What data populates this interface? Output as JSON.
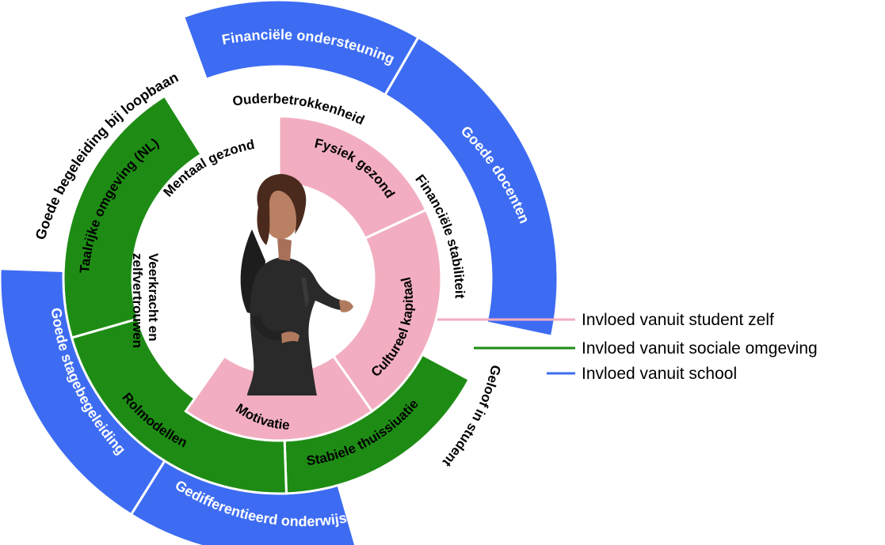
{
  "colors": {
    "student": "#f2aec0",
    "social": "#1e8c14",
    "school": "#3d6cf2",
    "separator": "#ffffff",
    "text_dark": "#000000",
    "text_light": "#ffffff"
  },
  "legend": [
    {
      "label": "Invloed vanuit student zelf",
      "color": "#f2aec0"
    },
    {
      "label": "Invloed vanuit sociale omgeving",
      "color": "#1e8c14"
    },
    {
      "label": "Invloed vanuit school",
      "color": "#3d6cf2"
    }
  ],
  "inner_ring": {
    "filled": [
      {
        "label": "Fysiek gezond",
        "group": "student"
      },
      {
        "label": "Cultureel kapitaal",
        "group": "student"
      },
      {
        "label": "Motivatie",
        "group": "student"
      }
    ],
    "open": [
      {
        "label": "Mentaal gezond"
      },
      {
        "label": "Veerkracht en zelfvertrouwen",
        "line1": "Veerkracht en",
        "line2": "zelfvertrouwen"
      }
    ]
  },
  "middle_ring": {
    "filled": [
      {
        "label": "Stabiele thuissiuatie",
        "group": "social"
      },
      {
        "label": "Rolmodellen",
        "group": "social"
      },
      {
        "label": "Taalrijke omgeving (NL)",
        "group": "social"
      }
    ],
    "open": [
      {
        "label": "Ouderbetrokkenheid"
      },
      {
        "label": "Financiële stabiliteit"
      },
      {
        "label": "Geloof in student"
      }
    ]
  },
  "outer_ring": {
    "filled": [
      {
        "label": "Financiële ondersteuning",
        "group": "school"
      },
      {
        "label": "Goede docenten",
        "group": "school"
      },
      {
        "label": "Gedifferentieerd onderwijs",
        "group": "school"
      },
      {
        "label": "Goede stagebegeleiding",
        "group": "school"
      }
    ],
    "open": [
      {
        "label": "Goede begeleiding bij loopbaan"
      }
    ]
  },
  "center_figure": {
    "icon": "student-figure-icon"
  }
}
